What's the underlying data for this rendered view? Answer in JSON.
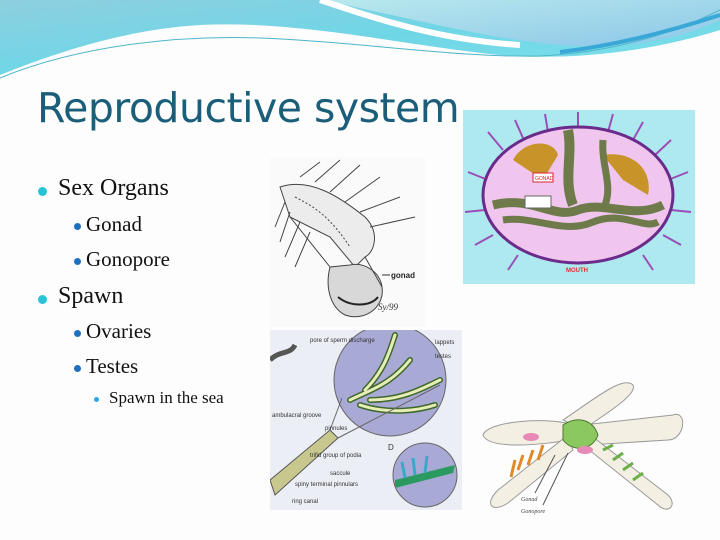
{
  "slide": {
    "title": "Reproductive system",
    "bullets": [
      {
        "level": 1,
        "text": "Sex Organs"
      },
      {
        "level": 2,
        "text": "Gonad"
      },
      {
        "level": 2,
        "text": "Gonopore"
      },
      {
        "level": 1,
        "text": "Spawn"
      },
      {
        "level": 2,
        "text": "Ovaries"
      },
      {
        "level": 2,
        "text": "Testes"
      },
      {
        "level": 3,
        "text": "Spawn in the sea"
      }
    ],
    "colors": {
      "title": "#1b5e7a",
      "bullet_l1": "#29c3d6",
      "bullet_l2": "#1f6fc0",
      "bullet_l3": "#2aa6e0",
      "wave_light": "#6fd6e6",
      "wave_dark": "#5bb8d6"
    }
  },
  "images": {
    "crinoid_arm": {
      "label": "gonad",
      "signature": "Sy/99"
    },
    "sea_urchin": {
      "label_top": "GONAD",
      "label_bottom": "MOUTH"
    },
    "crinoid_pinnule": {
      "labels": [
        "pore of sperm discharge",
        "lappets",
        "testes",
        "ambulacral groove",
        "pinnules",
        "D",
        "trifid group of podia",
        "saccule",
        "spiny terminal pinnulars",
        "ring canal"
      ]
    },
    "starfish": {
      "labels": [
        "Gonad",
        "Gonopore"
      ]
    }
  }
}
